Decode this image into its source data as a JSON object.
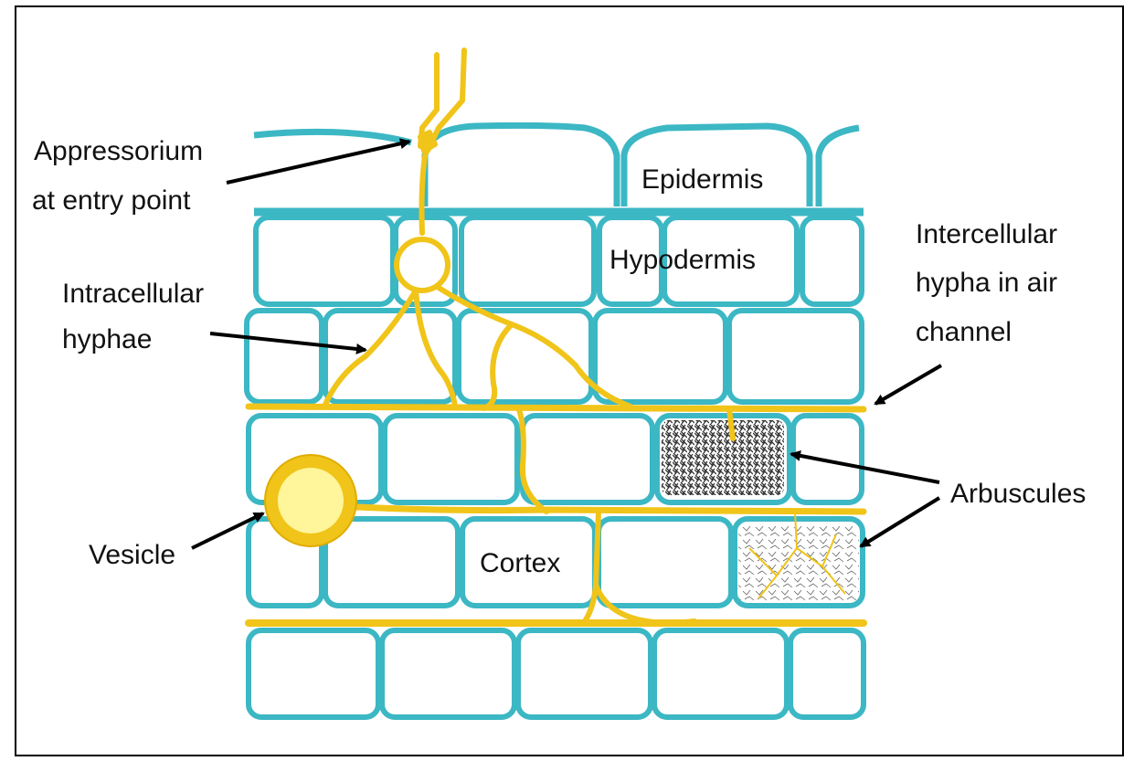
{
  "labels": {
    "appressorium_line1": "Appressorium",
    "appressorium_line2": "at entry point",
    "epidermis": "Epidermis",
    "hypodermis": "Hypodermis",
    "intracellular_line1": "Intracellular",
    "intracellular_line2": "hyphae",
    "intercellular_line1": "Intercellular",
    "intercellular_line2": "hypha in air",
    "intercellular_line3": "channel",
    "arbuscules": "Arbuscules",
    "vesicle": "Vesicle",
    "cortex": "Cortex"
  },
  "colors": {
    "cell_wall": "#3cb7c4",
    "hypha": "#f0c419",
    "hypha_dark": "#e0ad00",
    "vesicle_fill": "#fff59a",
    "arbuscule_dense": "#333333",
    "background": "#ffffff",
    "text": "#111111"
  }
}
